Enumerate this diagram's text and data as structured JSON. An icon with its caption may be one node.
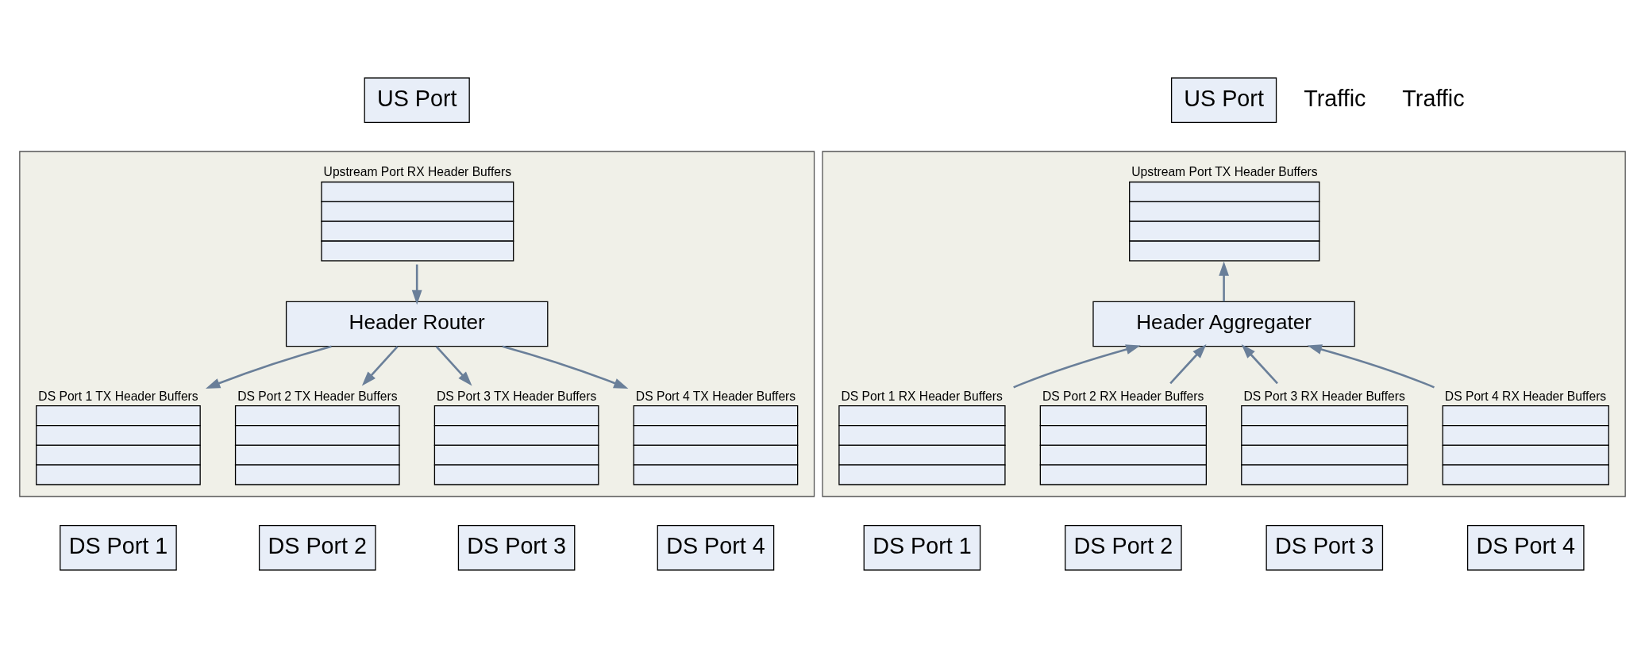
{
  "diagram": {
    "nodes": [
      {
        "text": [],
        "shape": "box"
      },
      {
        "text": [
          "US Port"
        ]
      },
      {
        "text": [
          "Upstream Port RX Header Buffers"
        ],
        "in": 0
      },
      {
        "text": [
          "Header Router"
        ],
        "in": 0
      },
      {
        "text": [
          "DS Port 1 TX Header Buffers"
        ],
        "in": 0
      },
      {
        "text": [
          "DS Port 2 TX Header Buffers"
        ],
        "in": 0
      },
      {
        "text": [
          "DS Port 3 TX Header Buffers"
        ],
        "in": 0
      },
      {
        "text": [
          "DS Port 4 TX Header Buffers"
        ],
        "in": 0
      },
      {
        "text": [
          "DS Port 1"
        ]
      },
      {
        "text": [
          "DS Port 2"
        ]
      },
      {
        "text": [
          "DS Port 3"
        ]
      },
      {
        "text": [
          "DS Port 4"
        ]
      },
      {
        "text": [],
        "shape": "box"
      },
      {
        "text": [
          "US Port"
        ]
      },
      {
        "text": [
          "Upstream Port TX Header Buffers"
        ],
        "in": 12
      },
      {
        "text": [
          "Header Aggregater"
        ],
        "in": 12
      },
      {
        "text": [
          "DS Port 1 RX Header Buffers"
        ],
        "in": 12
      },
      {
        "text": [
          "DS Port 2 RX Header Buffers"
        ],
        "in": 12
      },
      {
        "text": [
          "DS Port 3 RX Header Buffers"
        ],
        "in": 12
      },
      {
        "text": [
          "DS Port 4 RX Header Buffers"
        ],
        "in": 12
      },
      {
        "text": [
          "DS Port 1"
        ]
      },
      {
        "text": [
          "DS Port 2"
        ]
      },
      {
        "text": [
          "DS Port 3"
        ]
      },
      {
        "text": [
          "DS Port 4"
        ]
      }
    ],
    "edges": [
      {
        "from": 2,
        "to": 3,
        "arrow": "to"
      },
      {
        "from": 3,
        "to": 4,
        "arrow": "to"
      },
      {
        "from": 3,
        "to": 5,
        "arrow": "to"
      },
      {
        "from": 3,
        "to": 6,
        "arrow": "to"
      },
      {
        "from": 3,
        "to": 7,
        "arrow": "to"
      },
      {
        "from": 16,
        "to": 15,
        "arrow": "to"
      },
      {
        "from": 17,
        "to": 15,
        "arrow": "to"
      },
      {
        "from": 18,
        "to": 15,
        "arrow": "to"
      },
      {
        "from": 19,
        "to": 15,
        "arrow": "to"
      },
      {
        "from": 15,
        "to": 14,
        "arrow": "to"
      }
    ],
    "labels": [
      "Traffic",
      "Traffic"
    ]
  }
}
